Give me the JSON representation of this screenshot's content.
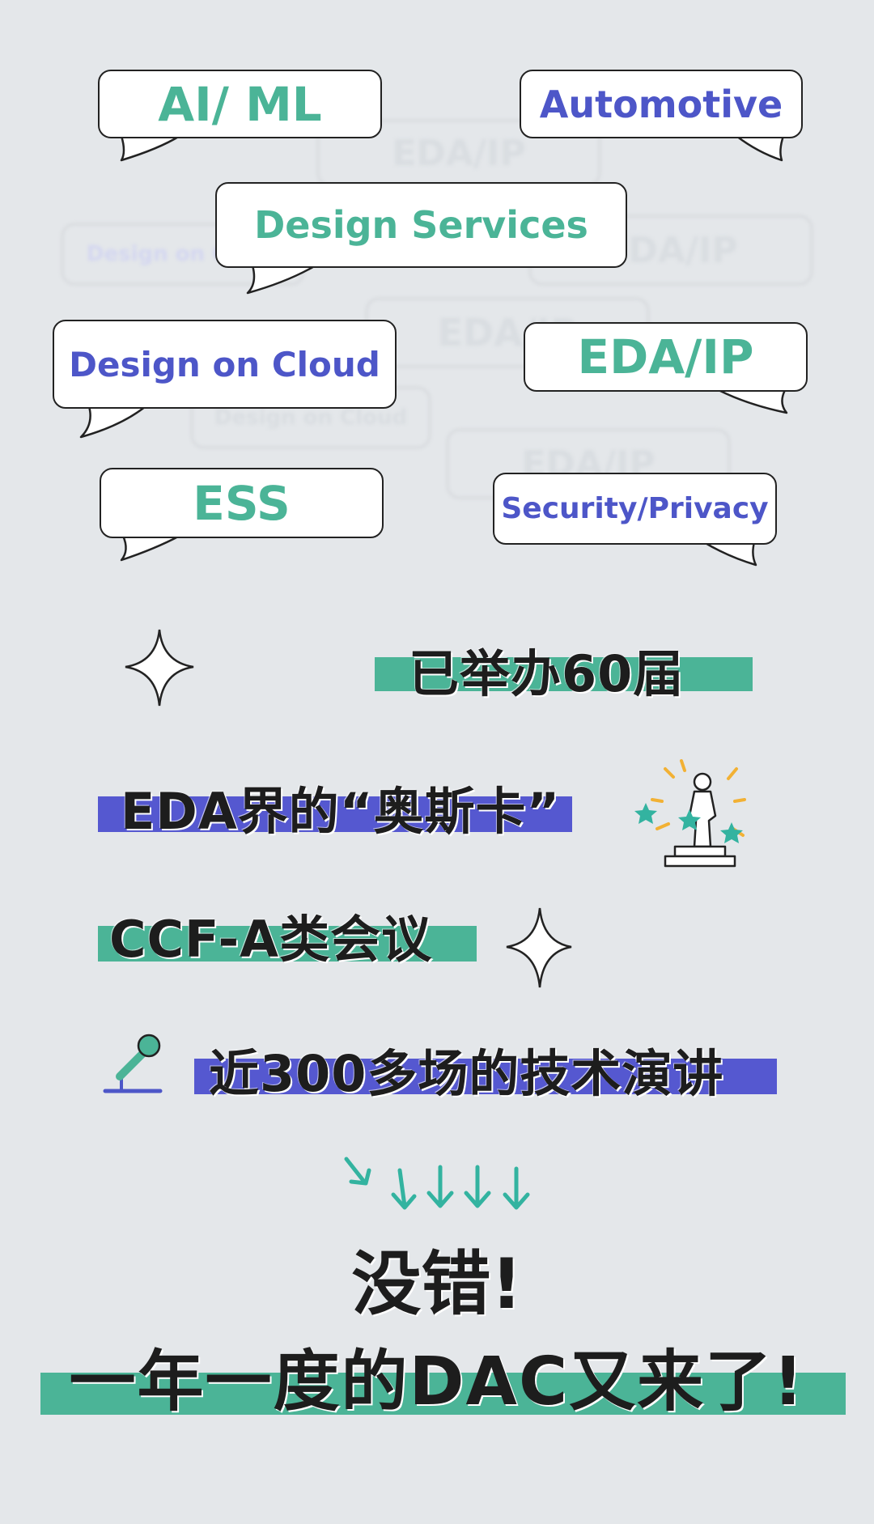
{
  "bubbles": {
    "ai_ml": "AI/ ML",
    "automotive": "Automotive",
    "design_services": "Design Services",
    "design_on_cloud": "Design on Cloud",
    "eda_ip": "EDA/IP",
    "ess": "ESS",
    "security_privacy": "Security/Privacy"
  },
  "background_bubbles": {
    "eda_ip_1": "EDA/IP",
    "eda_ip_2": "EDA/IP",
    "eda_ip_3": "EDA/IP",
    "eda_ip_4": "EDA/IP",
    "design_on_cloud_1": "Design on Cloud",
    "design_on_cloud_2": "Design on Cloud"
  },
  "highlights": {
    "line1": "已举办60届",
    "line2": "EDA界的“奥斯卡”",
    "line3": "CCF-A类会议",
    "line4": "近300多场的技术演讲"
  },
  "closing": {
    "line1": "没错!",
    "line2": "一年一度的DAC又来了!"
  },
  "icons": {
    "sparkle": "four-point-star",
    "trophy": "oscar-statue",
    "microphone": "microphone",
    "arrows": "down-arrows"
  },
  "colors": {
    "background": "#e4e7ea",
    "green": "#4bb497",
    "blue": "#5558d0",
    "text": "#1d1d1d"
  }
}
